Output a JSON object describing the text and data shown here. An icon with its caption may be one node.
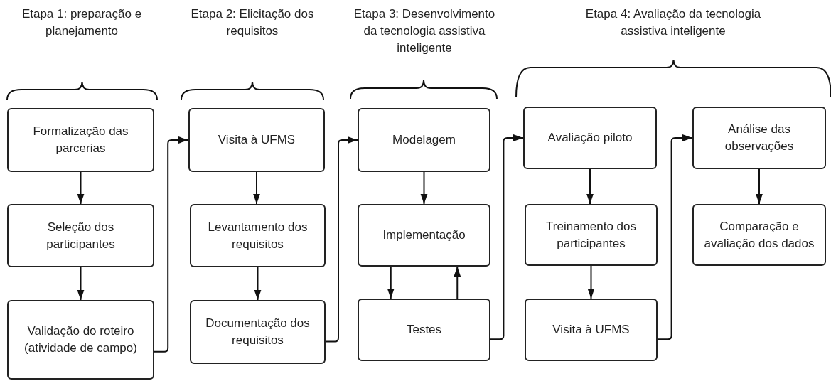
{
  "diagram": {
    "nodes": [
      {
        "text": [
          "Formalização das parcerias"
        ]
      },
      {
        "text": [
          "Seleção dos participantes"
        ]
      },
      {
        "text": [
          "Validação do roteiro (atividade de campo)"
        ]
      },
      {
        "text": [
          "Visita à UFMS"
        ]
      },
      {
        "text": [
          "Levantamento dos requisitos"
        ]
      },
      {
        "text": [
          "Documentação dos requisitos"
        ]
      },
      {
        "text": [
          "Modelagem"
        ]
      },
      {
        "text": [
          "Implementação"
        ]
      },
      {
        "text": [
          "Testes"
        ]
      },
      {
        "text": [
          "Avaliação piloto"
        ]
      },
      {
        "text": [
          "Treinamento dos participantes"
        ]
      },
      {
        "text": [
          "Visita à UFMS"
        ]
      },
      {
        "text": [
          "Análise das observações"
        ]
      },
      {
        "text": [
          "Comparação e avaliação dos dados"
        ]
      }
    ],
    "edges": [
      {
        "from": 0,
        "to": 1,
        "arrow": "to"
      },
      {
        "from": 1,
        "to": 2,
        "arrow": "to"
      },
      {
        "from": 2,
        "to": 3,
        "arrow": "to"
      },
      {
        "from": 3,
        "to": 4,
        "arrow": "to"
      },
      {
        "from": 4,
        "to": 5,
        "arrow": "to"
      },
      {
        "from": 5,
        "to": 6,
        "arrow": "to"
      },
      {
        "from": 6,
        "to": 7,
        "arrow": "to"
      },
      {
        "from": 7,
        "to": 8,
        "arrow": "to"
      },
      {
        "from": 8,
        "to": 7,
        "arrow": "to"
      },
      {
        "from": 8,
        "to": 9,
        "arrow": "to"
      },
      {
        "from": 9,
        "to": 10,
        "arrow": "to"
      },
      {
        "from": 10,
        "to": 11,
        "arrow": "to"
      },
      {
        "from": 11,
        "to": 12,
        "arrow": "to"
      },
      {
        "from": 12,
        "to": 13,
        "arrow": "to"
      }
    ],
    "labels": [
      "Etapa 1: preparação e planejamento",
      "Etapa 2: Elicitação dos requisitos",
      "Etapa 3: Desenvolvimento da tecnologia assistiva inteligente",
      "Etapa 4: Avaliação da tecnologia assistiva inteligente"
    ]
  }
}
